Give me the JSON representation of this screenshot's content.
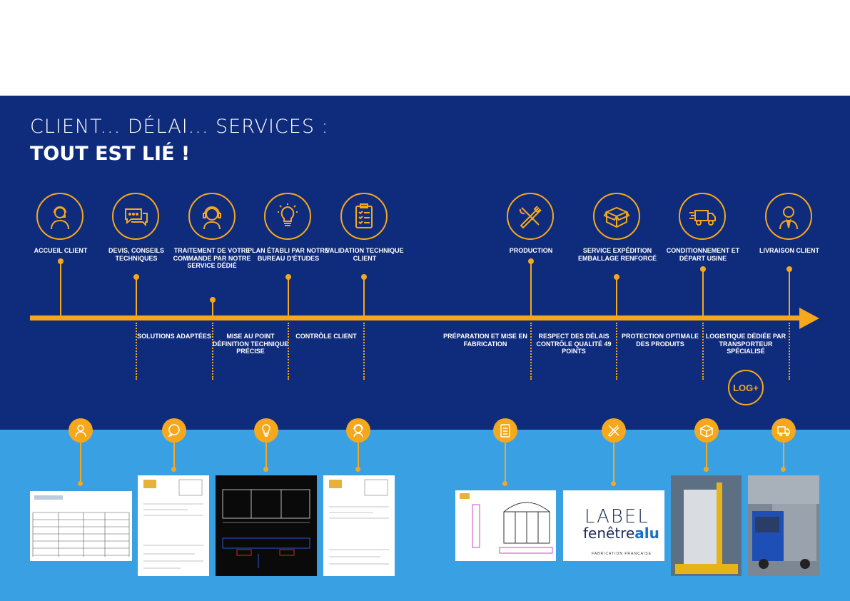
{
  "title_line1": "CLIENT... DÉLAI... SERVICES :",
  "title_line2": "TOUT EST LIÉ !",
  "steps_top": [
    {
      "label": "ACCUEIL CLIENT",
      "icon": "client-headset-icon"
    },
    {
      "label": "DEVIS, CONSEILS TECHNIQUES",
      "icon": "speech-bubble-icon"
    },
    {
      "label": "TRAITEMENT DE VOTRE COMMANDE PAR NOTRE SERVICE DÉDIÉ",
      "icon": "operator-headset-icon"
    },
    {
      "label": "PLAN ÉTABLI PAR NOTRE BUREAU D'ÉTUDES",
      "icon": "lightbulb-icon"
    },
    {
      "label": "VALIDATION TECHNIQUE CLIENT",
      "icon": "clipboard-checklist-icon"
    },
    {
      "label": "PRODUCTION",
      "icon": "tools-icon"
    },
    {
      "label": "SERVICE EXPÉDITION EMBALLAGE RENFORCÉ",
      "icon": "box-icon"
    },
    {
      "label": "CONDITIONNEMENT ET DÉPART USINE",
      "icon": "delivery-truck-icon"
    },
    {
      "label": "LIVRAISON CLIENT",
      "icon": "client-tie-icon"
    }
  ],
  "steps_bottom": [
    {
      "label": "SOLUTIONS ADAPTÉES"
    },
    {
      "label": "MISE AU POINT DÉFINITION TECHNIQUE PRÉCISE"
    },
    {
      "label": "CONTRÔLE CLIENT"
    },
    {
      "label": "PRÉPARATION ET MISE EN FABRICATION"
    },
    {
      "label": "RESPECT DES DÉLAIS CONTRÔLE QUALITÉ 49 POINTS"
    },
    {
      "label": "PROTECTION OPTIMALE DES PRODUITS"
    },
    {
      "label": "LOGISTIQUE DÉDIÉE PAR TRANSPORTEUR SPÉCIALISÉ"
    }
  ],
  "log_badge": "LOG+",
  "label_logo": {
    "line1": "LABEL",
    "line2a": "fenêtre",
    "line2b": "alu",
    "footer": "FABRICATION FRANÇAISE"
  },
  "colors": {
    "navy": "#0f2b7c",
    "light_blue": "#3aa0e4",
    "accent": "#f6a81c"
  }
}
